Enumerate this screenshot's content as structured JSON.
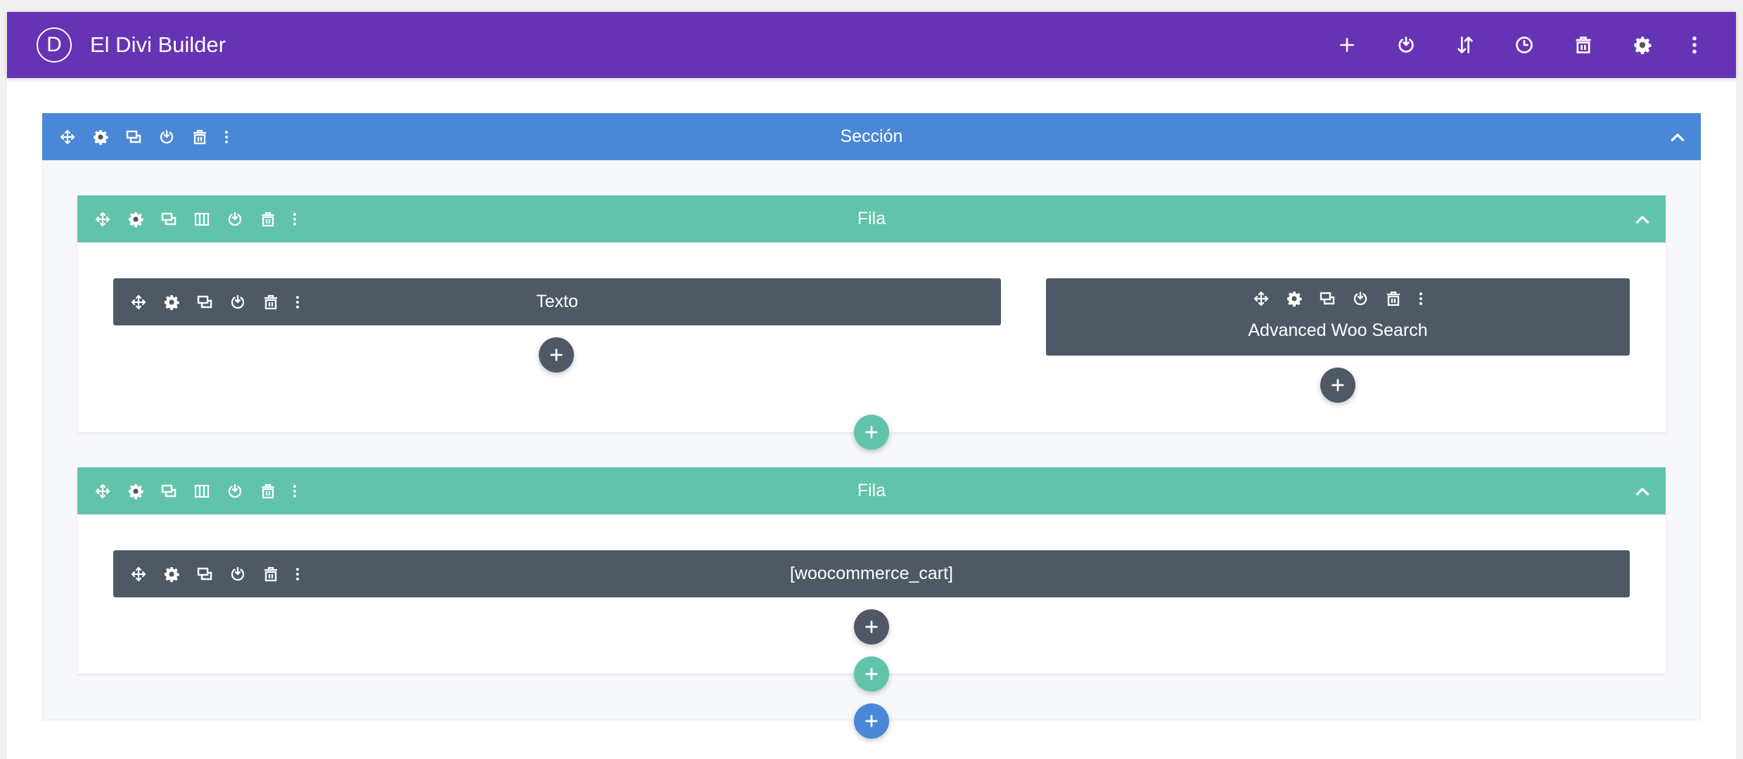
{
  "app": {
    "logo_letter": "D",
    "title": "El Divi Builder"
  },
  "toolbar": {
    "buttons": [
      "add-icon",
      "portability-icon",
      "sort-icon",
      "history-icon",
      "trash-icon",
      "gear-icon",
      "kebab-icon"
    ]
  },
  "section": {
    "label": "Sección"
  },
  "rows": [
    {
      "label": "Fila",
      "modules": [
        {
          "label": "Texto"
        },
        {
          "label": "Advanced Woo Search"
        }
      ]
    },
    {
      "label": "Fila",
      "modules": [
        {
          "label": "[woocommerce_cart]"
        }
      ]
    }
  ],
  "colors": {
    "topbar": "#6633b5",
    "section": "#4a87d7",
    "row": "#62c3ab",
    "module": "#4f5966"
  }
}
